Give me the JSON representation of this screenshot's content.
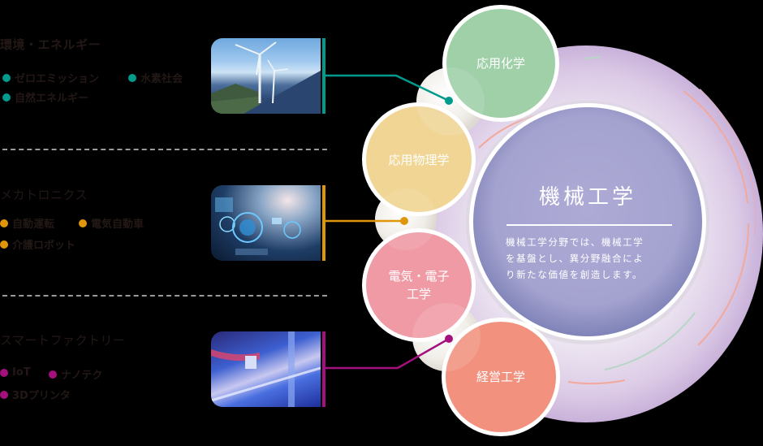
{
  "fields": [
    {
      "title": "環境・エネルギー",
      "color": "#009b8d",
      "tags": [
        "ゼロエミッション",
        "水素社会",
        "自然エネルギー"
      ],
      "image": "wind-solar-photo"
    },
    {
      "title": "メカトロニクス",
      "color": "#e0960a",
      "tags": [
        "自動運転",
        "電気自動車",
        "介護ロボット"
      ],
      "image": "autonomous-car-dashboard-photo"
    },
    {
      "title": "スマートファクトリー",
      "color": "#a4107e",
      "tags": [
        "IoT",
        "ナノテク",
        "3Dプリンタ"
      ],
      "image": "3d-printer-photo"
    }
  ],
  "center": {
    "title": "機械工学",
    "description": "機械工学分野では、機械工学を基盤とし、異分野融合により新たな価値を創造します。",
    "desc_lines": [
      "機械工学分野では、機械工学",
      "を基盤とし、異分野融合によ",
      "り新たな価値を創造します。"
    ],
    "color": "#a7a5d0"
  },
  "satellites": [
    {
      "label": "応用化学",
      "color": "#9fd0a8"
    },
    {
      "label": "応用物理学",
      "color": "#f0d594"
    },
    {
      "label_line1": "電気・電子",
      "label_line2": "工学",
      "color": "#ef9aa5"
    },
    {
      "label": "経営工学",
      "color": "#f2927e"
    }
  ]
}
